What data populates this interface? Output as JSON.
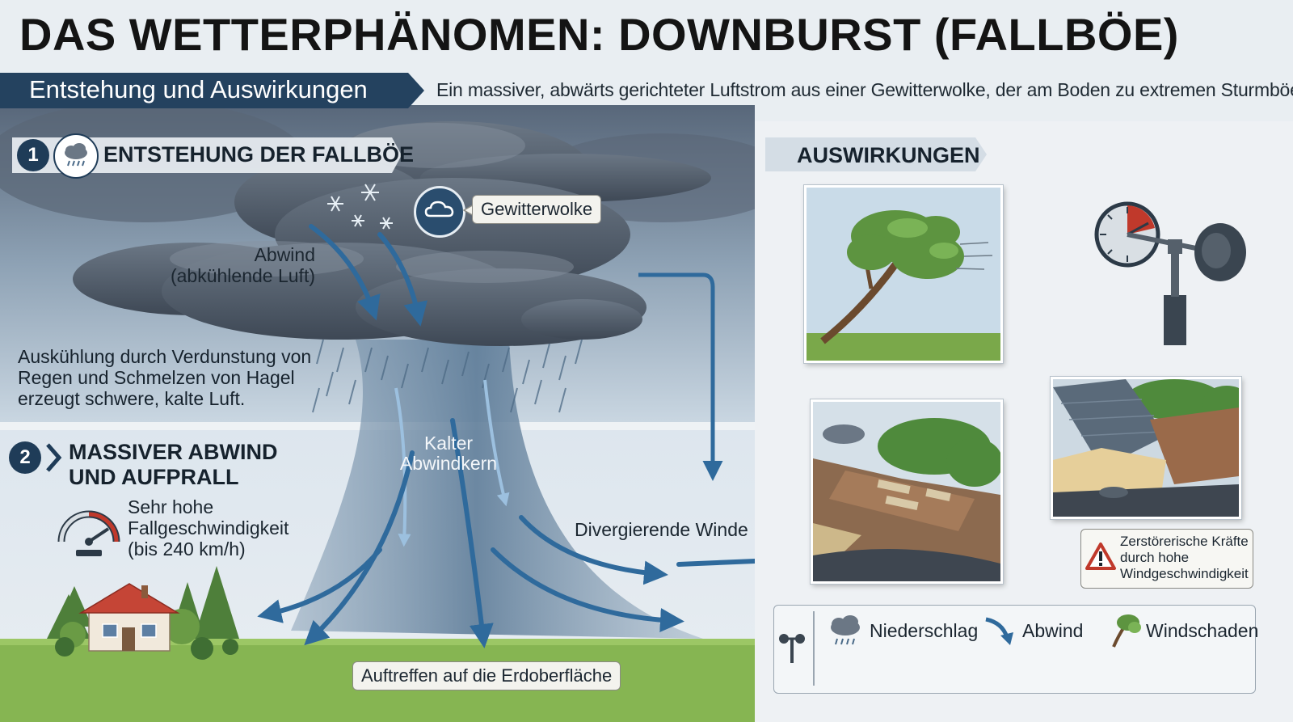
{
  "title": "DAS WETTERPHÄNOMEN: DOWNBURST (FALLBÖE)",
  "subtitle": "Entstehung und Auswirkungen",
  "intro": "Ein massiver, abwärts gerichteter Luftstrom aus einer Gewitterwolke, der am Boden zu extremen Sturmböen führt.",
  "section1": {
    "number": "1",
    "title": "ENTSTEHUNG DER FALLBÖE",
    "icon": "rain-cloud-icon",
    "cloud_label": "Gewitterwolke",
    "downdraft_label_1": "Abwind",
    "downdraft_label_2": "(abkühlende Luft)",
    "cooling_line1": "Auskühlung durch Verdunstung von",
    "cooling_line2": "Regen und Schmelzen von Hagel",
    "cooling_line3": "erzeugt schwere, kalte Luft."
  },
  "section2": {
    "number": "2",
    "title_line1": "MASSIVER ABWIND",
    "title_line2": "UND AUFPRALL",
    "icon": "speedometer-icon",
    "speed_line1": "Sehr hohe",
    "speed_line2": "Fallgeschwindigkeit",
    "speed_line3": "(bis 240 km/h)",
    "core_line1": "Kalter",
    "core_line2": "Abwindkern",
    "divergent": "Divergierende Winde",
    "impact": "Auftreffen auf die Erdoberfläche"
  },
  "effects": {
    "title": "AUSWIRKUNGEN",
    "warning_line1": "Zerstörerische Kräfte",
    "warning_line2": "durch hohe",
    "warning_line3": "Windgeschwindigkeit",
    "images": [
      "bent-tree-image",
      "anemometer-image",
      "damaged-roof-image",
      "damaged-houses-image"
    ]
  },
  "legend": {
    "items": [
      {
        "icon": "rain-cloud-icon",
        "label": "Niederschlag"
      },
      {
        "icon": "arrow-icon",
        "label": "Abwind"
      },
      {
        "icon": "damaged-tree-icon",
        "label": "Windschaden"
      }
    ]
  },
  "colors": {
    "navy": "#1f3c58",
    "arrow": "#2f6a9c",
    "grass": "#7fb04a",
    "sky": "#c7d6e2",
    "cloud": "#4d5a68",
    "roof_red": "#c0392b"
  }
}
